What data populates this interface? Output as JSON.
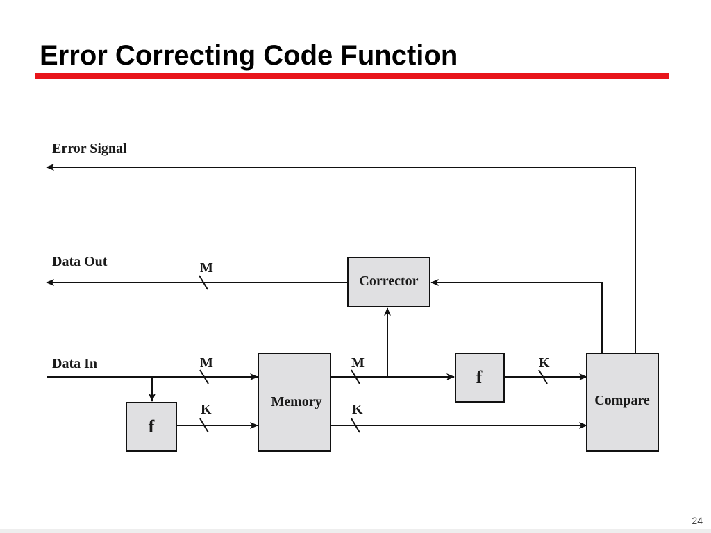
{
  "slide": {
    "title": "Error Correcting Code Function",
    "page_number": "24"
  },
  "colors": {
    "accent_rule": "#e8151b",
    "block_fill": "#e0e0e2",
    "line": "#111111",
    "bottom_band": "#eeeeee"
  },
  "diagram": {
    "signals": {
      "error_signal": "Error Signal",
      "data_out": "Data Out",
      "data_in": "Data In"
    },
    "blocks": {
      "corrector": "Corrector",
      "memory": "Memory",
      "compare": "Compare",
      "f_input": "f",
      "f_output": "f"
    },
    "bus_widths": {
      "data_out": "M",
      "data_in": "M",
      "input_check": "K",
      "memory_data_out": "M",
      "memory_check_out": "K",
      "f_to_compare": "K"
    }
  }
}
